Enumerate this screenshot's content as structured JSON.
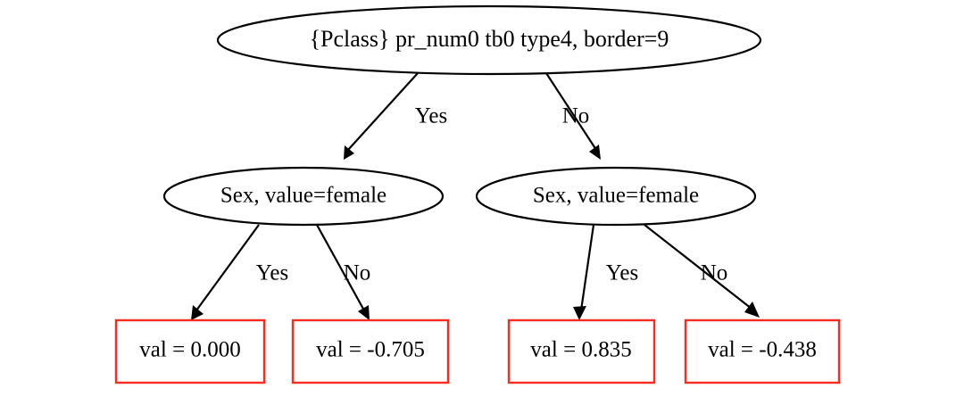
{
  "diagram": {
    "type": "decision-tree",
    "background_color": "#ffffff",
    "node_stroke_color": "#000000",
    "leaf_stroke_color": "#fc2b20",
    "text_color": "#000000",
    "nodes": {
      "root": {
        "label": "{Pclass} pr_num0 tb0 type4, border=9",
        "shape": "ellipse"
      },
      "inner_left": {
        "label": "Sex, value=female",
        "shape": "ellipse"
      },
      "inner_right": {
        "label": "Sex, value=female",
        "shape": "ellipse"
      },
      "leaf_1": {
        "label": "val = 0.000",
        "shape": "box"
      },
      "leaf_2": {
        "label": "val = -0.705",
        "shape": "box"
      },
      "leaf_3": {
        "label": "val = 0.835",
        "shape": "box"
      },
      "leaf_4": {
        "label": "val = -0.438",
        "shape": "box"
      }
    },
    "edge_labels": {
      "root_yes": "Yes",
      "root_no": "No",
      "left_yes": "Yes",
      "left_no": "No",
      "right_yes": "Yes",
      "right_no": "No"
    }
  }
}
